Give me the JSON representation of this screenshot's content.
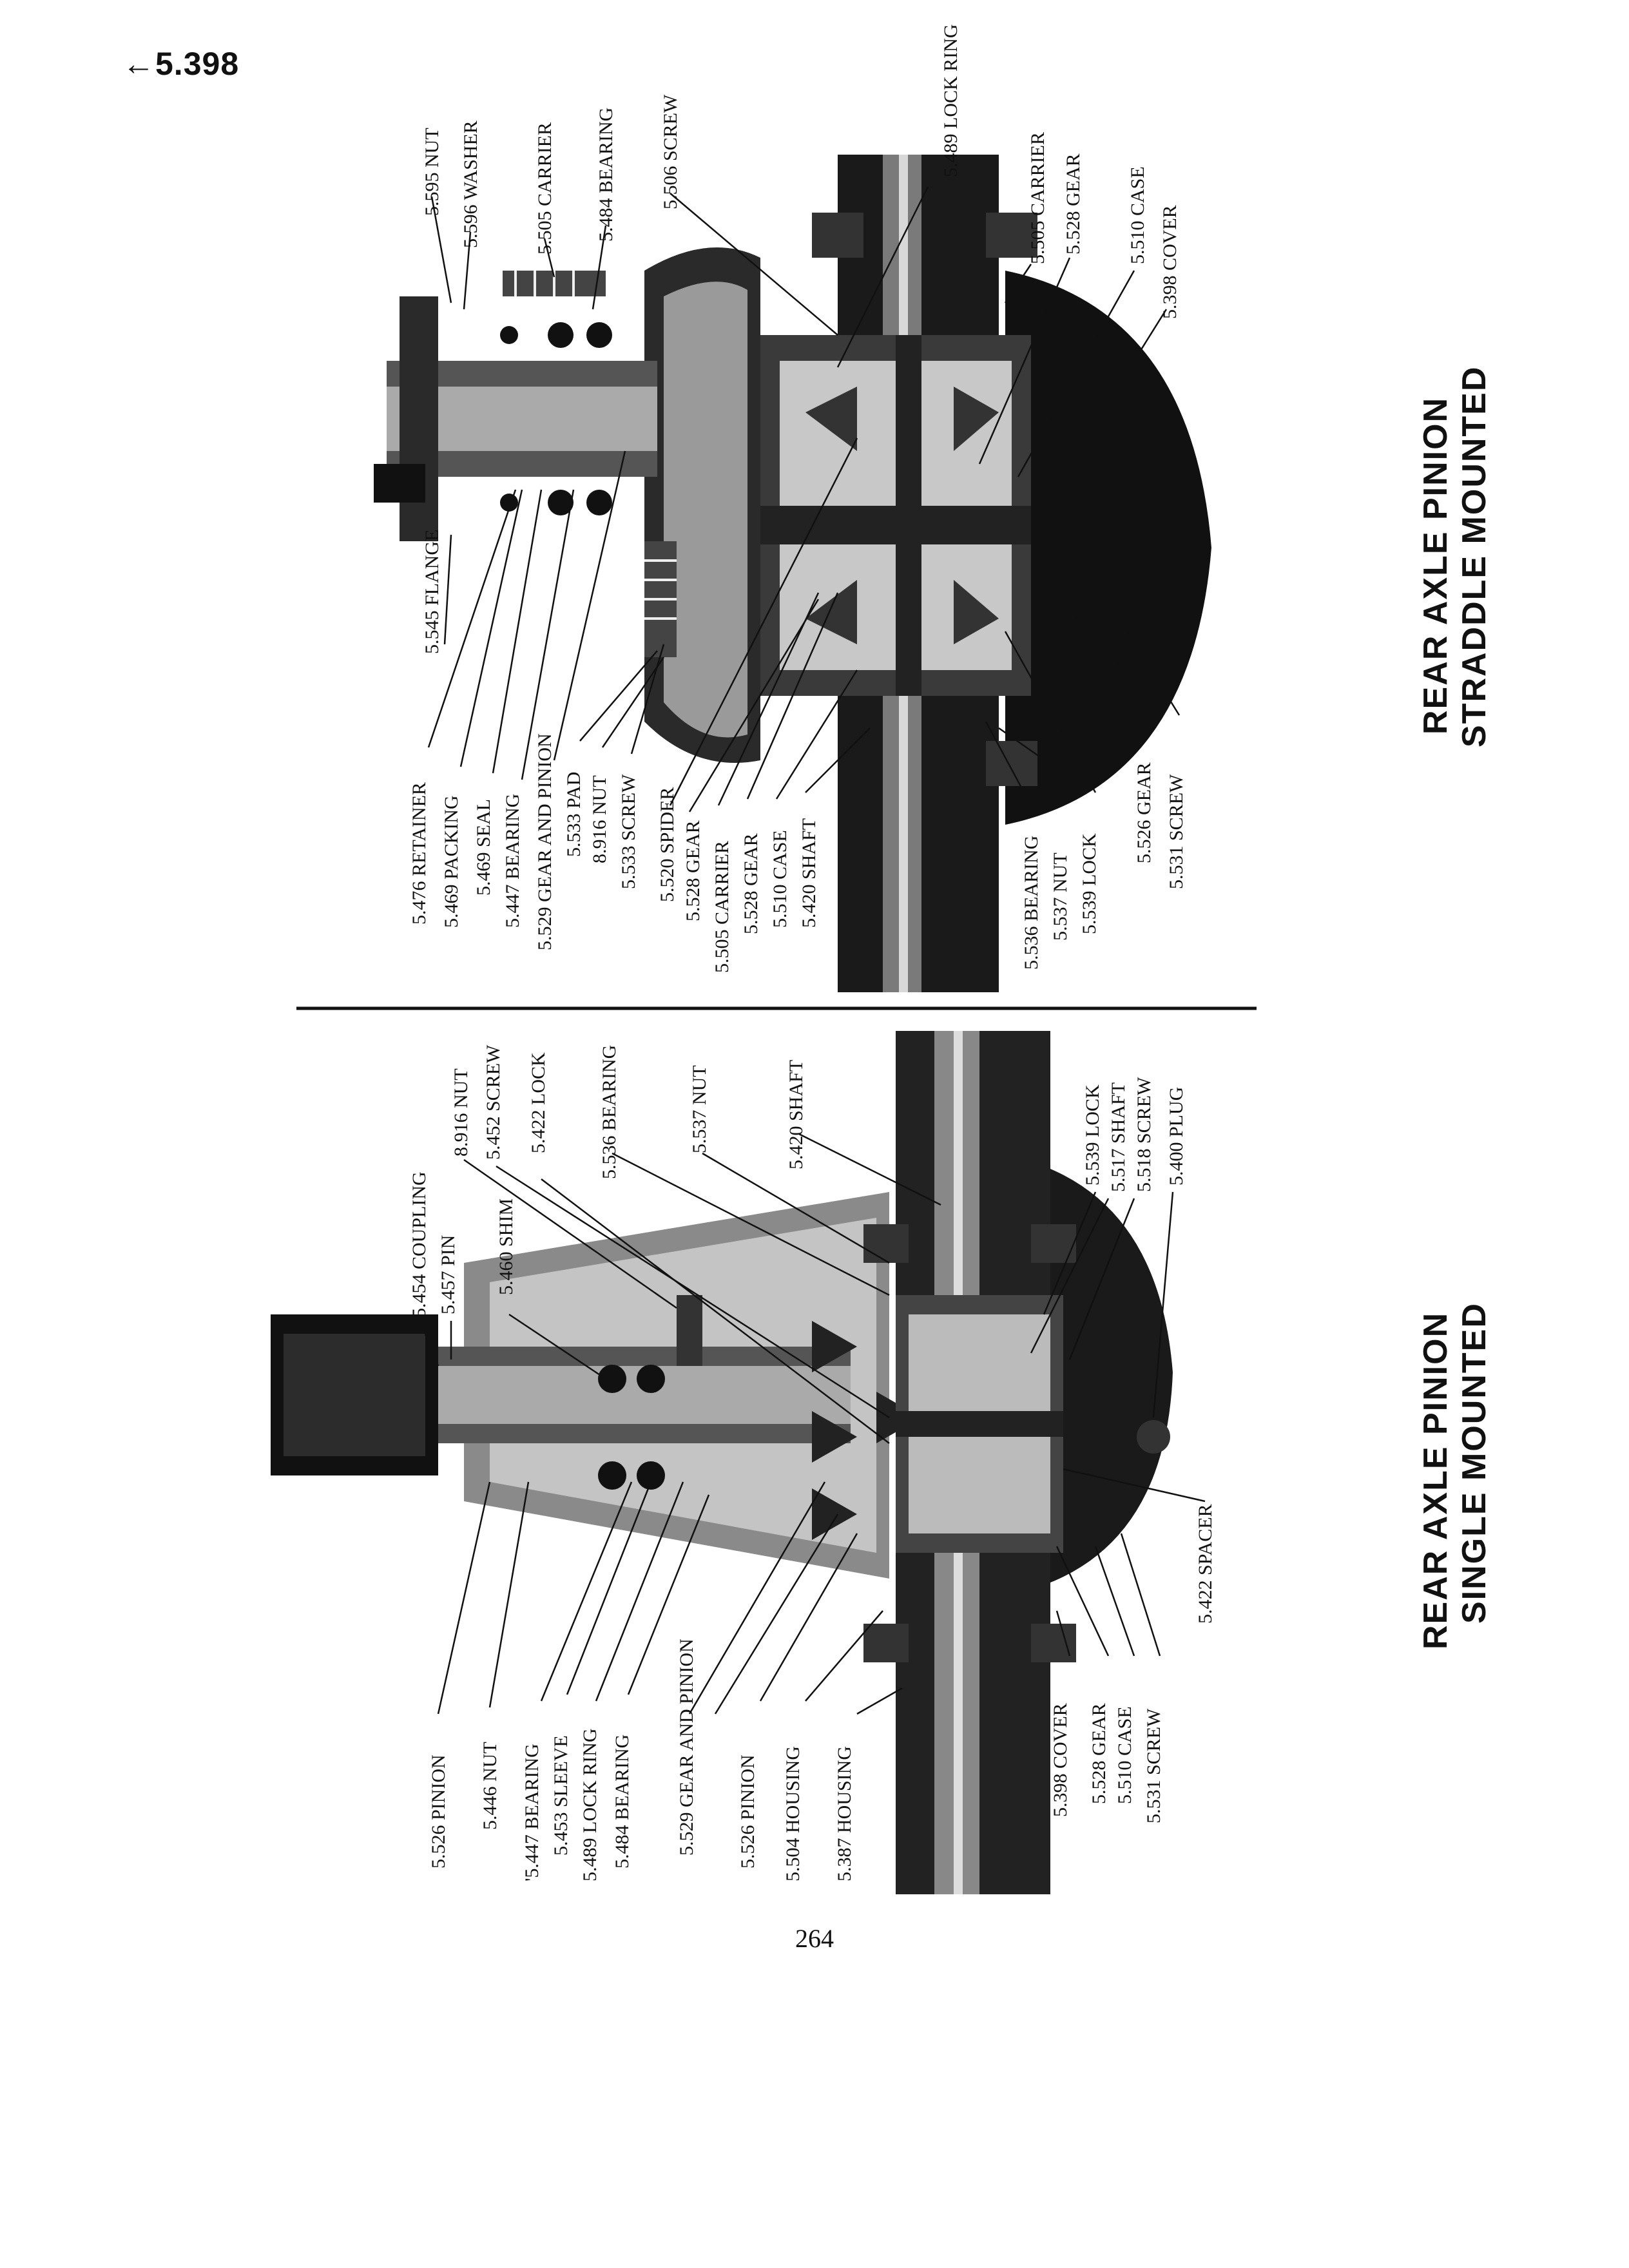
{
  "header_ref": "←5.398",
  "page_number": "264",
  "top_figure": {
    "title_line1": "REAR AXLE PINION",
    "title_line2": "STRADDLE MOUNTED",
    "labels": [
      "5.595 NUT",
      "5.596 WASHER",
      "5.505 CARRIER",
      "5.484 BEARING",
      "5.506 SCREW",
      "5.489 LOCK RING",
      "5.505 CARRIER",
      "5.528 GEAR",
      "5.510 CASE",
      "5.398 COVER",
      "5.545 FLANGE",
      "5.476 RETAINER",
      "5.469 PACKING",
      "5.469 SEAL",
      "5.447 BEARING",
      "5.529 GEAR AND PINION",
      "5.533 PAD",
      "8.916 NUT",
      "5.533 SCREW",
      "5.520 SPIDER",
      "5.528 GEAR",
      "5.505 CARRIER",
      "5.528 GEAR",
      "5.510 CASE",
      "5.420 SHAFT",
      "5.536 BEARING",
      "5.537 NUT",
      "5.539 LOCK",
      "5.526 GEAR",
      "5.531 SCREW"
    ]
  },
  "bottom_figure": {
    "title_line1": "REAR AXLE PINION",
    "title_line2": "SINGLE MOUNTED",
    "labels": [
      "5.454 COUPLING",
      "5.457 PIN",
      "5.460 SHIM",
      "8.916 NUT",
      "5.452 SCREW",
      "5.422 LOCK",
      "5.536 BEARING",
      "5.537 NUT",
      "5.420 SHAFT",
      "5.539 LOCK",
      "5.517 SHAFT",
      "5.518 SCREW",
      "5.400 PLUG",
      "5.526 PINION",
      "5.446 NUT",
      "'5.447 BEARING",
      "5.453 SLEEVE",
      "5.489 LOCK RING",
      "5.484 BEARING",
      "5.529 GEAR AND PINION",
      "5.526 PINION",
      "5.504 HOUSING",
      "5.387 HOUSING",
      "5.398 COVER",
      "5.528 GEAR",
      "5.510 CASE",
      "5.531 SCREW",
      "5.422 SPACER"
    ]
  }
}
